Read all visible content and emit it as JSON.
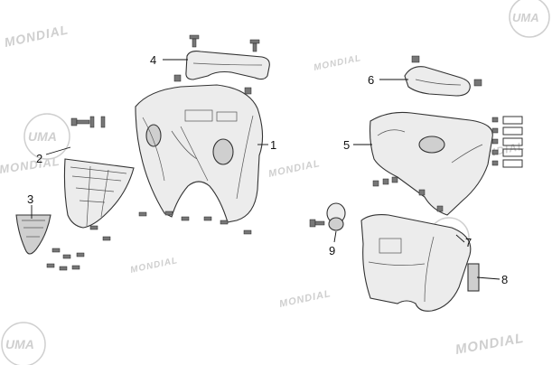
{
  "watermarks": {
    "brand_text": "MONDIAL",
    "logo_text": "UMA"
  },
  "callouts": [
    {
      "id": "1",
      "label": "1"
    },
    {
      "id": "2",
      "label": "2"
    },
    {
      "id": "3",
      "label": "3"
    },
    {
      "id": "4",
      "label": "4"
    },
    {
      "id": "5",
      "label": "5"
    },
    {
      "id": "6",
      "label": "6"
    },
    {
      "id": "7",
      "label": "7"
    },
    {
      "id": "8",
      "label": "8"
    },
    {
      "id": "9",
      "label": "9"
    }
  ],
  "colors": {
    "line": "#333333",
    "watermark": "#cfcfcf",
    "background": "#ffffff"
  }
}
